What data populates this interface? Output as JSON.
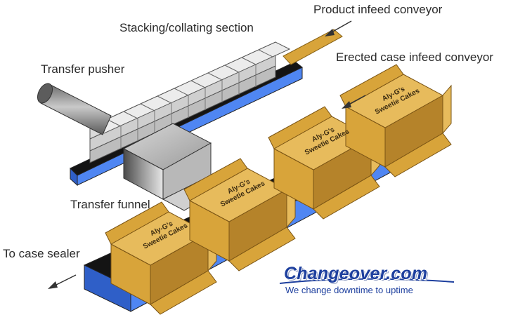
{
  "callouts": {
    "product_infeed": "Product infeed conveyor",
    "stacking": "Stacking/collating section",
    "erected_case": "Erected case infeed conveyor",
    "transfer_pusher": "Transfer pusher",
    "transfer_funnel": "Transfer funnel",
    "case_sealer": "To case sealer"
  },
  "case_label": {
    "line1": "Aly-G's",
    "line2": "Sweetie Cakes"
  },
  "logo": {
    "name": "Changeover.com",
    "tagline": "We change downtime to uptime"
  },
  "colors": {
    "conveyor_blue": "#4f86f2",
    "belt_black": "#141414",
    "cardboard": "#d8a43a",
    "product_gray": "#d0d0d0",
    "logo_blue": "#1d3f9e"
  }
}
